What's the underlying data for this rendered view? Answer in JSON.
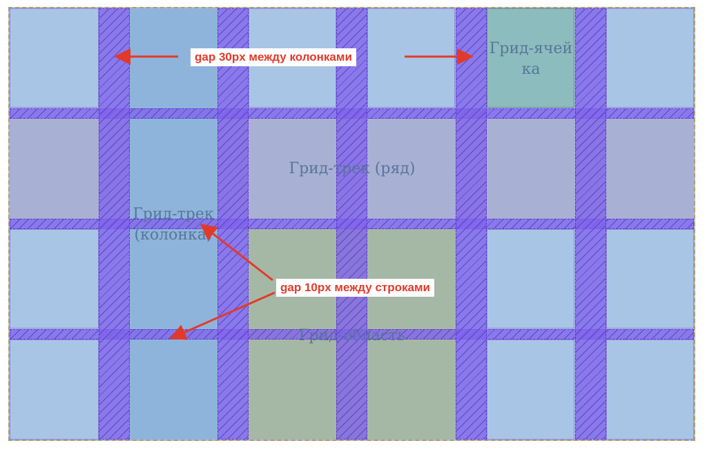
{
  "labels": {
    "grid_cell": "Грид-ячейка",
    "row_track": "Грид-трек (ряд)",
    "column_track": "Грид-трек (колонка)",
    "grid_area": "Грид-область"
  },
  "callouts": {
    "column_gap": "gap 30px между колонками",
    "row_gap": "gap 10px между строками"
  },
  "colors": {
    "cell": "#a9c5e6",
    "column_track": "#8fb4dc",
    "row_track": "#a8b0d4",
    "grid_area": "#a5b8a6",
    "grid_item": "#8cbcbd",
    "gap": "#8064eb",
    "arrow": "#e23a2a"
  }
}
